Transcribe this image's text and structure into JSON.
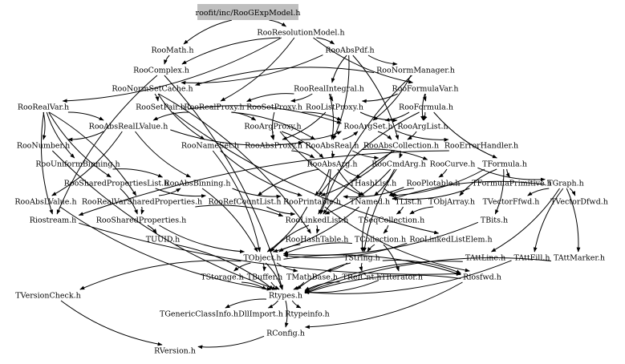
{
  "root": "roofit/inc/RooGExpModel.h",
  "nodes": [
    "RooResolutionModel.h",
    "RooMath.h",
    "RooAbsPdf.h",
    "RooComplex.h",
    "RooNormManager.h",
    "RooNormSetCache.h",
    "RooRealIntegral.h",
    "RooFormulaVar.h",
    "RooRealVar.h",
    "RooSetPair.h",
    "RooRealProxy.h",
    "RooSetProxy.h",
    "RooListProxy.h",
    "RooFormula.h",
    "RooAbsRealLValue.h",
    "RooArgProxy.h",
    "RooArgSet.h",
    "RooArgList.h",
    "RooNumber.h",
    "RooNameSet.h",
    "RooAbsProxy.h",
    "RooAbsReal.h",
    "RooAbsCollection.h",
    "RooErrorHandler.h",
    "RooUniformBinning.h",
    "RooAbsArg.h",
    "RooCmdArg.h",
    "RooCurve.h",
    "TFormula.h",
    "RooSharedPropertiesList.h",
    "RooAbsBinning.h",
    "THashList.h",
    "RooPlotable.h",
    "TFormulaPrimitive.h",
    "TGraph.h",
    "RooAbsLValue.h",
    "RooRealVarSharedProperties.h",
    "RooRefCountList.h",
    "RooPrintable.h",
    "TNamed.h",
    "TList.h",
    "TObjArray.h",
    "TVectorFfwd.h",
    "TVectorDfwd.h",
    "Riostream.h",
    "RooSharedProperties.h",
    "RooLinkedList.h",
    "TSeqCollection.h",
    "TBits.h",
    "TUUID.h",
    "RooHashTable.h",
    "TCollection.h",
    "RooLinkedListElem.h",
    "TObject.h",
    "TString.h",
    "TAttLine.h",
    "TAttFill.h",
    "TAttMarker.h",
    "TStorage.h",
    "TBuffer.h",
    "TMathBase.h",
    "TRefCnt.h",
    "TIterator.h",
    "Riosfwd.h",
    "TVersionCheck.h",
    "Rtypes.h",
    "TGenericClassInfo.h",
    "DllImport.h",
    "Rtypeinfo.h",
    "RConfig.h",
    "RVersion.h"
  ]
}
